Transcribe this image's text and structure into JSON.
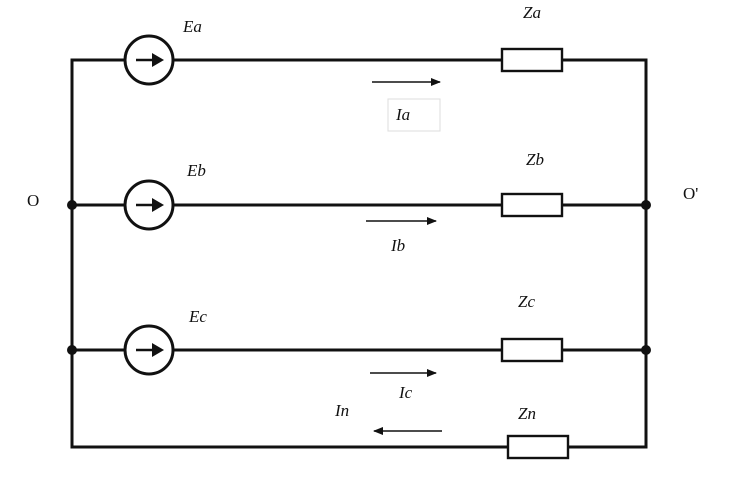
{
  "nodes": {
    "left": "O",
    "right": "O'"
  },
  "branches": [
    {
      "source": "Ea",
      "impedance": "Za",
      "current": "Ia",
      "current_direction": "right"
    },
    {
      "source": "Eb",
      "impedance": "Zb",
      "current": "Ib",
      "current_direction": "right"
    },
    {
      "source": "Ec",
      "impedance": "Zc",
      "current": "Ic",
      "current_direction": "right"
    },
    {
      "source": "",
      "impedance": "Zn",
      "current": "In",
      "current_direction": "left"
    }
  ]
}
